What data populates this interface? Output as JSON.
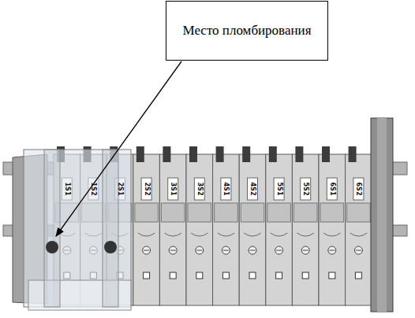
{
  "diagram": {
    "nodes": [
      {
        "text": [
          "Место пломбирования"
        ]
      }
    ],
    "labels": [
      "1S1",
      "1S2",
      "2S1",
      "2S2",
      "3S1",
      "3S2",
      "4S1",
      "4S2",
      "5S1",
      "5S2",
      "6S1",
      "6S2"
    ]
  }
}
